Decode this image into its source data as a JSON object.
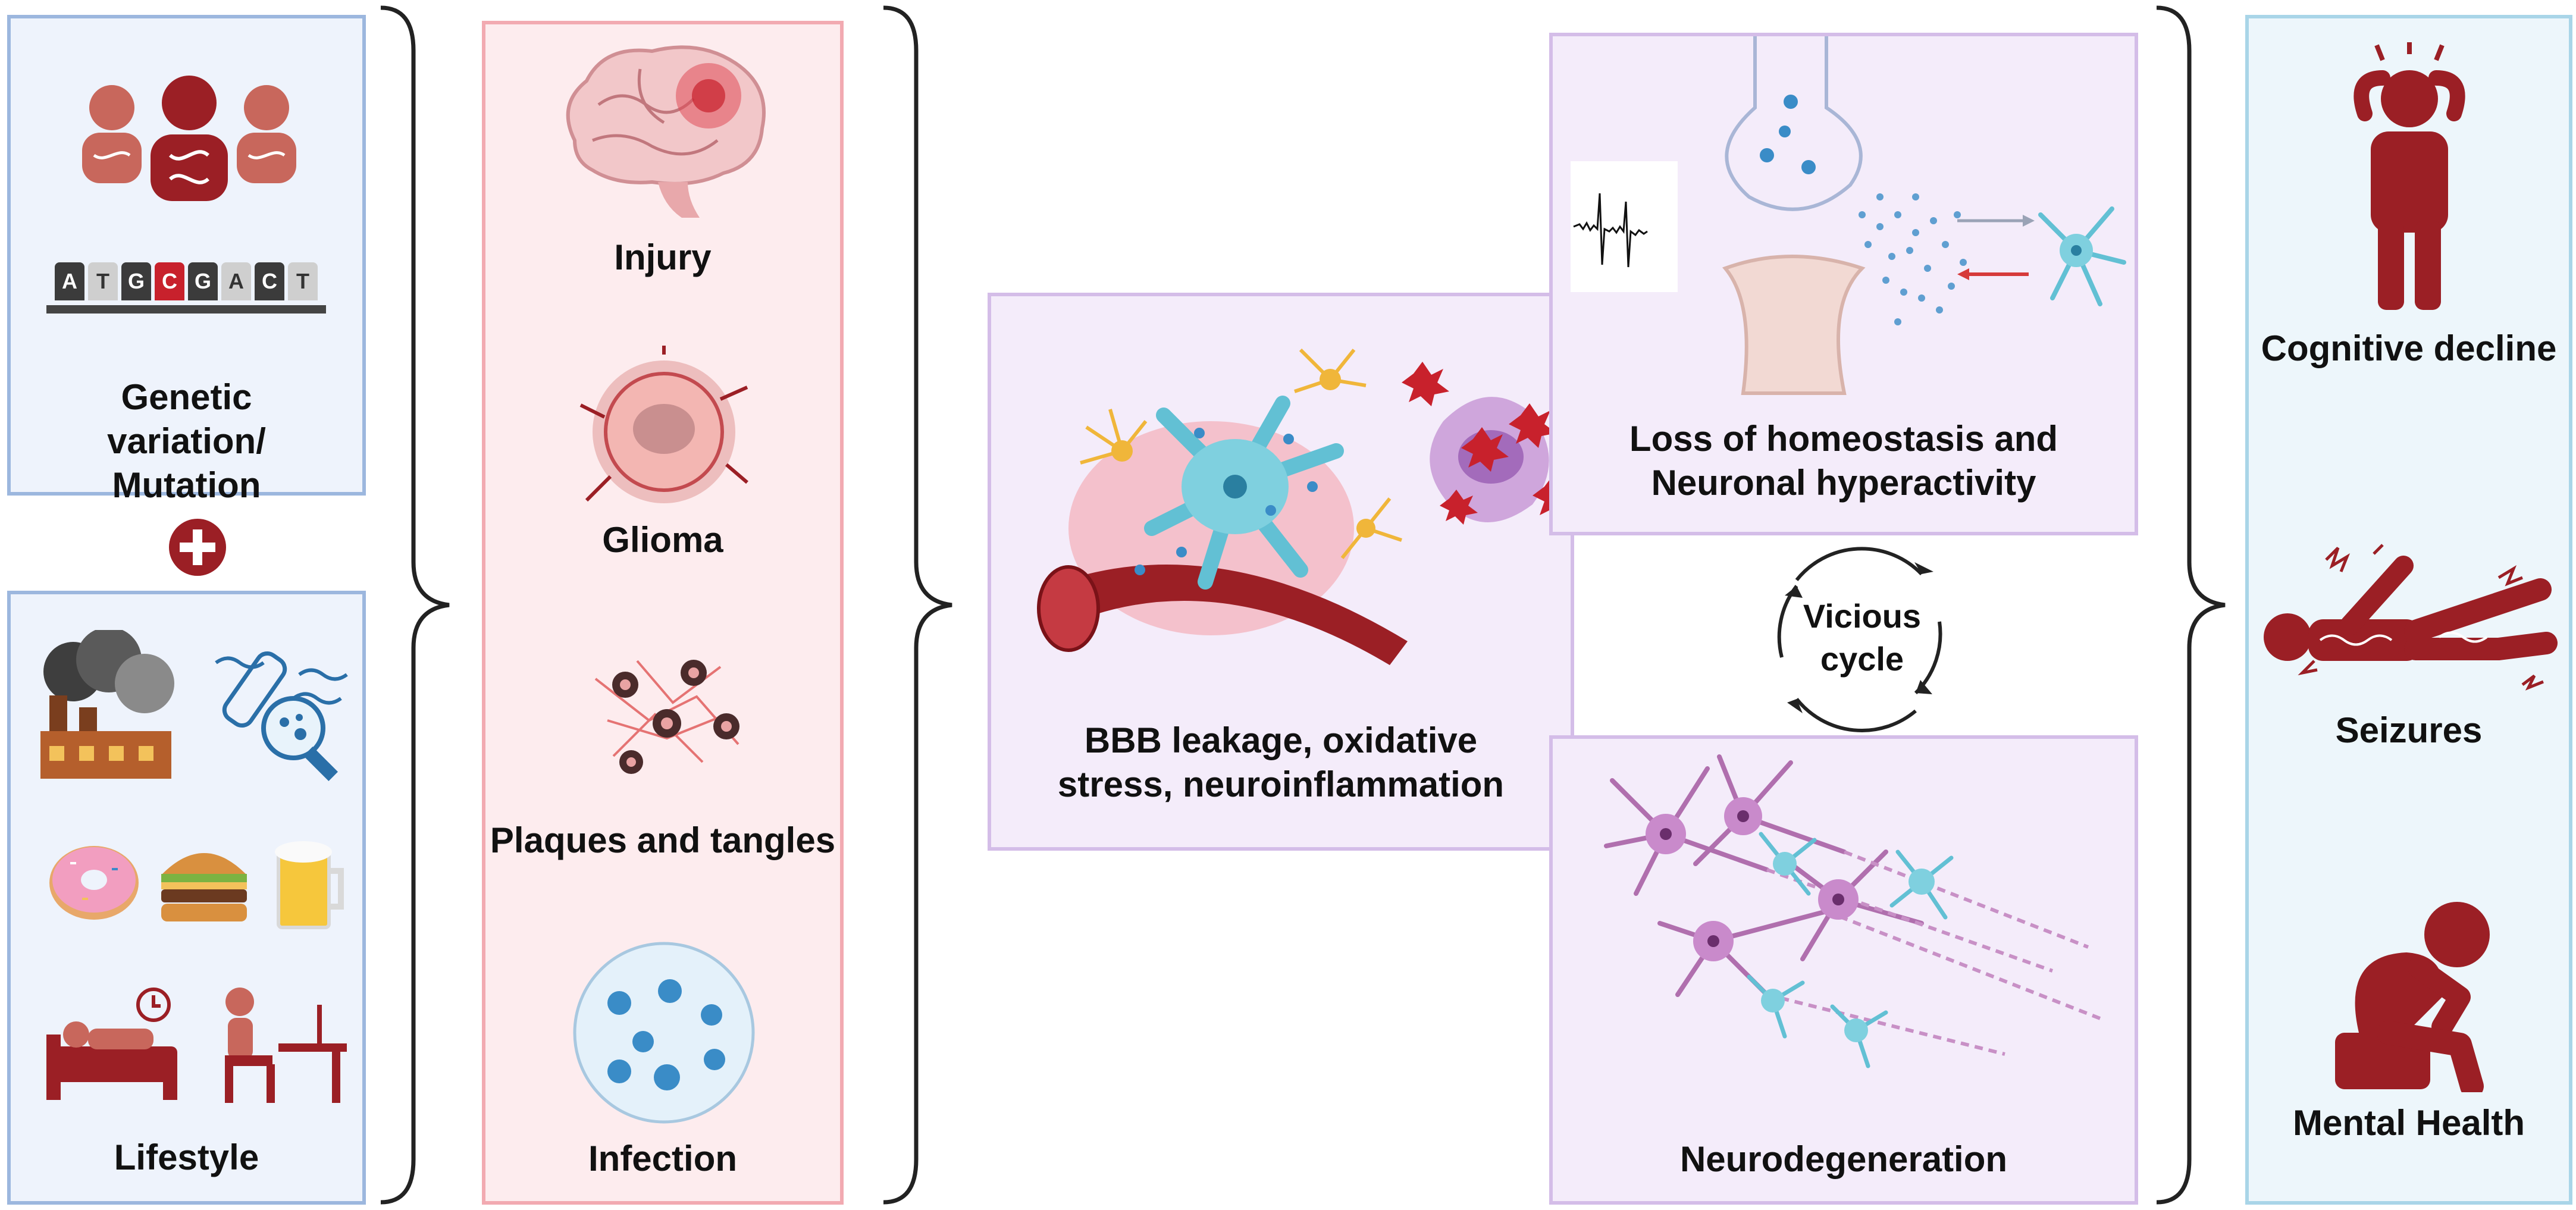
{
  "risk_factors": {
    "genetic_label": "Genetic variation/ Mutation",
    "dna_letters": [
      "A",
      "T",
      "G",
      "C",
      "G",
      "A",
      "C",
      "T"
    ],
    "lifestyle_label": "Lifestyle"
  },
  "triggers": [
    {
      "label": "Injury",
      "icon": "brain-icon"
    },
    {
      "label": "Glioma",
      "icon": "tumor-icon"
    },
    {
      "label": "Plaques and tangles",
      "icon": "plaques-icon"
    },
    {
      "label": "Infection",
      "icon": "virus-icon"
    }
  ],
  "mechanisms": {
    "bbb_label": "BBB leakage, oxidative stress, neuroinflammation",
    "homeostasis_label": "Loss of homeostasis and Neuronal hyperactivity",
    "neurodegeneration_label": "Neurodegeneration",
    "cycle_label": "Vicious cycle"
  },
  "outcomes": [
    {
      "label": "Cognitive decline",
      "icon": "stressed-person-icon"
    },
    {
      "label": "Seizures",
      "icon": "seizure-person-icon"
    },
    {
      "label": "Mental Health",
      "icon": "sad-person-icon"
    }
  ],
  "colors": {
    "maroon": "#9b1f25",
    "blue_panel": "#eef3fc",
    "pink_panel": "#fdecee",
    "purple_panel": "#f4ecfa",
    "teal_panel": "#edf6fb"
  }
}
